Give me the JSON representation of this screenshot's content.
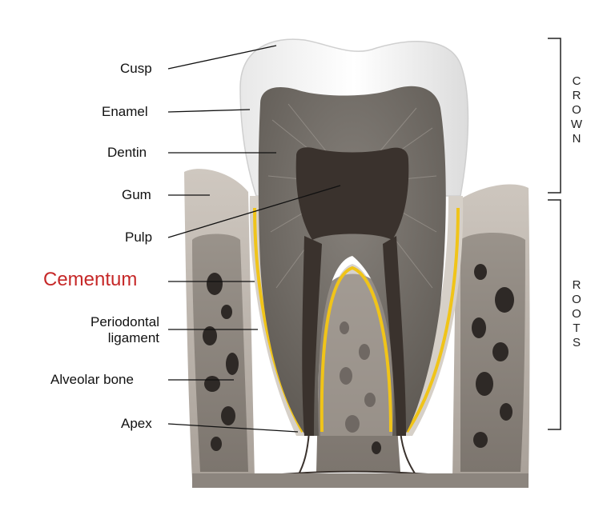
{
  "labels": {
    "cusp": "Cusp",
    "enamel": "Enamel",
    "dentin": "Dentin",
    "gum": "Gum",
    "pulp": "Pulp",
    "cementum": "Cementum",
    "periodontal_line1": "Periodontal",
    "periodontal_line2": "ligament",
    "alveolar_bone": "Alveolar bone",
    "apex": "Apex"
  },
  "brackets": {
    "crown": "CROWN",
    "roots": "ROOTS"
  },
  "colors": {
    "highlight": "#c62828",
    "cementum": "#f0c419",
    "dentin": "#6f6a62",
    "pulp": "#3a322d",
    "enamel": "#f7f7f7",
    "gum": "#b8b0a8",
    "bone": "#8c857e",
    "bone_hole": "#2e2926",
    "leader": "#111111"
  }
}
